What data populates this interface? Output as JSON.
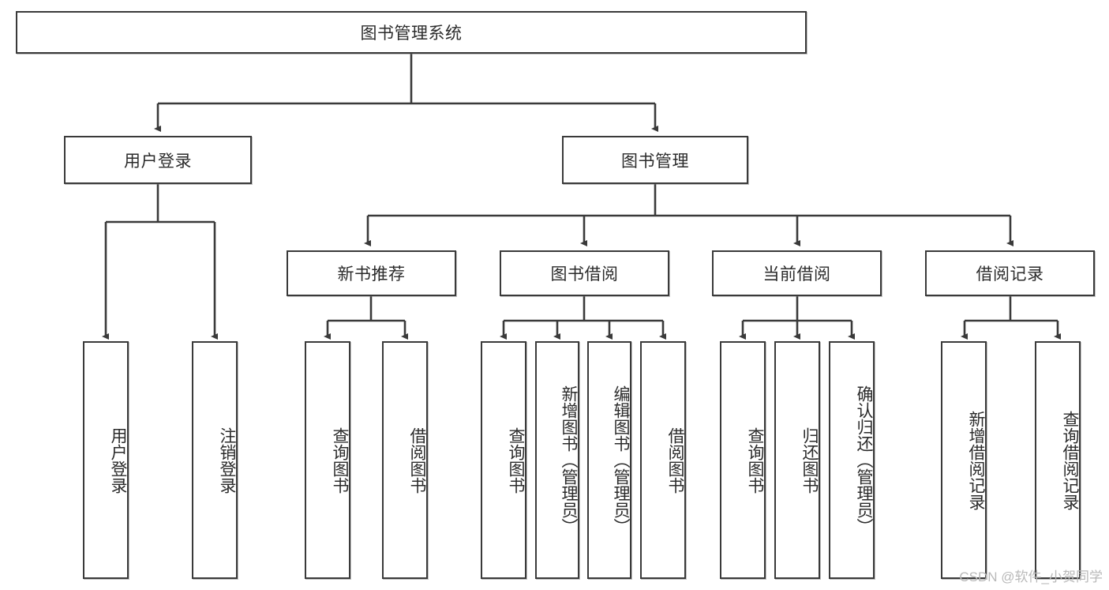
{
  "diagram": {
    "title": "图书管理系统",
    "watermark": "CSDN @软件_小贺同学",
    "levels": {
      "root": {
        "label": "图书管理系统"
      },
      "level2": [
        {
          "label": "用户登录"
        },
        {
          "label": "图书管理"
        }
      ],
      "level3": [
        {
          "label": "新书推荐"
        },
        {
          "label": "图书借阅"
        },
        {
          "label": "当前借阅"
        },
        {
          "label": "借阅记录"
        }
      ],
      "leaves": {
        "user_login": [
          {
            "label": "用户登录"
          },
          {
            "label": "注销登录"
          }
        ],
        "new_book_recommend": [
          {
            "label": "查询图书"
          },
          {
            "label": "借阅图书"
          }
        ],
        "book_borrow": [
          {
            "label": "查询图书"
          },
          {
            "label": "新增图书（管理员）"
          },
          {
            "label": "编辑图书（管理员）"
          },
          {
            "label": "借阅图书"
          }
        ],
        "current_borrow": [
          {
            "label": "查询图书"
          },
          {
            "label": "归还图书"
          },
          {
            "label": "确认归还（管理员）"
          }
        ],
        "borrow_record": [
          {
            "label": "新增借阅记录"
          },
          {
            "label": "查询借阅记录"
          }
        ]
      }
    },
    "colors": {
      "stroke": "#3a3a3a",
      "fill": "#ffffff",
      "text": "#2b2b2b",
      "watermark": "#b9b9b9"
    }
  }
}
